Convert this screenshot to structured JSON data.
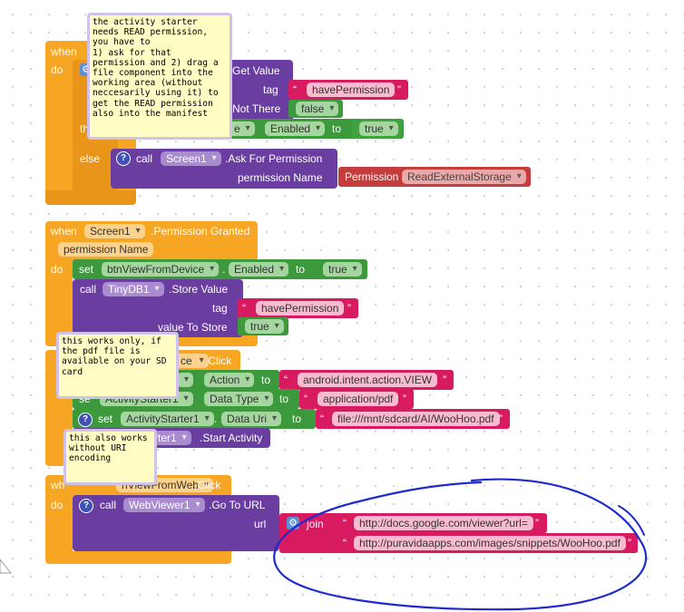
{
  "kw": {
    "when": "when",
    "do": "do",
    "set": "set",
    "call": "call",
    "to": "to",
    "then": "then",
    "else": "else",
    "join": "join"
  },
  "block1": {
    "get_value": "Get Value",
    "tag_label": "tag",
    "tag_value": "havePermission",
    "not_there_label": "Not There",
    "false_value": "false",
    "then_partial": "th",
    "enabled_prop": "Enabled",
    "true_value": "true",
    "screen": "Screen1",
    "ask_method": ".Ask For Permission",
    "perm_name_label": "permission Name",
    "perm_type": "Permission",
    "perm_value": "ReadExternalStorage"
  },
  "block2": {
    "component": "Screen1",
    "event": ".Permission Granted",
    "param": "permission Name",
    "button": "btnViewFromDevice",
    "enabled_prop": "Enabled",
    "true_value": "true",
    "db": "TinyDB1",
    "store_method": ".Store Value",
    "tag_label": "tag",
    "tag_value": "havePermission",
    "value_label": "value To Store",
    "store_true": "true"
  },
  "block3": {
    "event_partial": "ce",
    "event": ".Click",
    "action_prop": "Action",
    "action_value": "android.intent.action.VIEW",
    "set_partial": "se",
    "activity_partial": "ActivityStarter1",
    "datatype_prop": "Data Type",
    "datatype_value": "application/pdf",
    "activity": "ActivityStarter1",
    "datauri_prop": "Data Uri",
    "datauri_value": "file:///mnt/sdcard/AI/WooHoo.pdf",
    "start_partial": "rter1",
    "start_method": ".Start Activity"
  },
  "block4": {
    "when_partial": "wh",
    "button_partial": "nViewFromWeb",
    "event": ".Click",
    "web": "WebViewer1",
    "method": ".Go To URL",
    "url_label": "url",
    "url1": "http://docs.google.com/viewer?url=",
    "url2": "http://puravidaapps.com/images/snippets/WooHoo.pdf"
  },
  "comments": {
    "c1": "the activity starter\nneeds READ permission,\nyou have to\n1) ask for that\npermission and 2) drag a\nfile component into the\nworking area (without\nneccesarily using it) to\nget the READ permission\nalso into the manifest",
    "c2": "this works only, if\nthe pdf file is\navailable on your SD\ncard",
    "c3": "this also works\nwithout URI\nencoding"
  },
  "colors": {
    "event": "#f7a623",
    "procedure": "#6a3ea1",
    "setter": "#3c9a3c",
    "text": "#d81b60",
    "permission": "#c43c3c",
    "annotation_ellipse": "#1d2ad0",
    "comment_bg": "#fffcc4"
  }
}
